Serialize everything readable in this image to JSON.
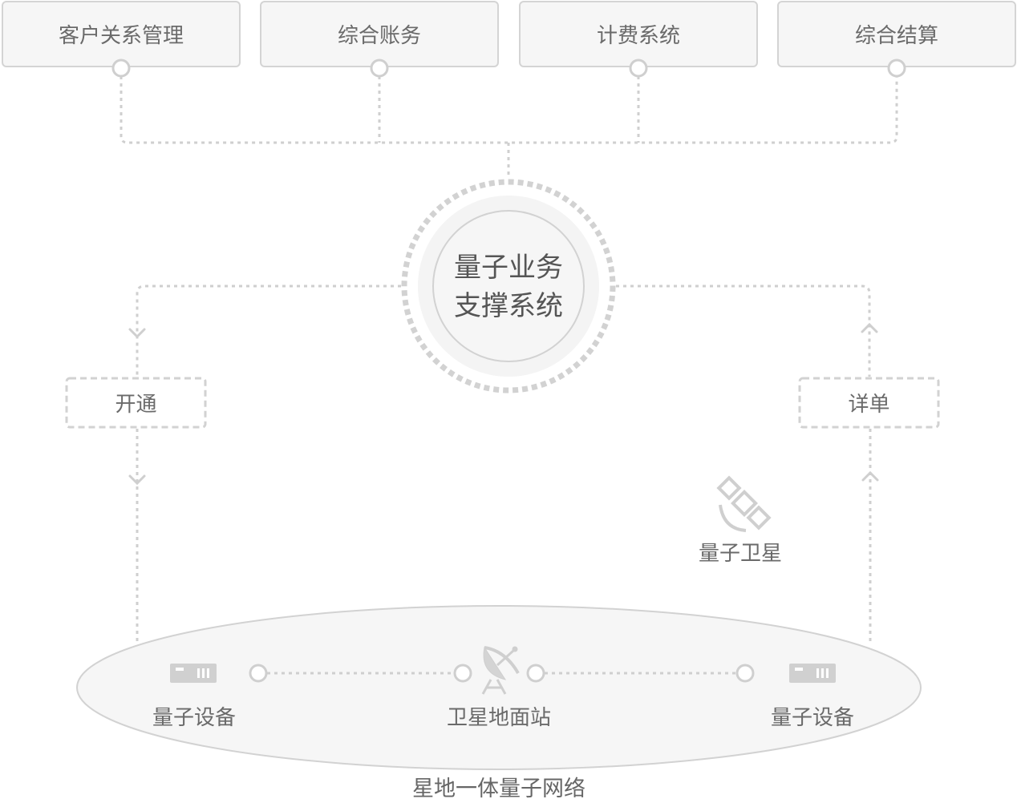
{
  "top_systems": [
    {
      "id": "crm",
      "label": "客户关系管理"
    },
    {
      "id": "accounting",
      "label": "综合账务"
    },
    {
      "id": "billing",
      "label": "计费系统"
    },
    {
      "id": "settlement",
      "label": "综合结算"
    }
  ],
  "center": {
    "line1": "量子业务",
    "line2": "支撑系统"
  },
  "left_flow": {
    "label": "开通"
  },
  "right_flow": {
    "label": "详单"
  },
  "satellite": {
    "label": "量子卫星",
    "icon": "satellite-icon"
  },
  "network": {
    "label": "星地一体量子网络",
    "nodes": [
      {
        "label": "量子设备",
        "icon": "server-icon"
      },
      {
        "label": "卫星地面站",
        "icon": "satellite-dish-icon"
      },
      {
        "label": "量子设备",
        "icon": "server-icon"
      }
    ]
  },
  "colors": {
    "line": "#cfcfcf",
    "box_fill": "#f6f6f6",
    "box_border": "#d4d4d4",
    "text": "#666666"
  }
}
